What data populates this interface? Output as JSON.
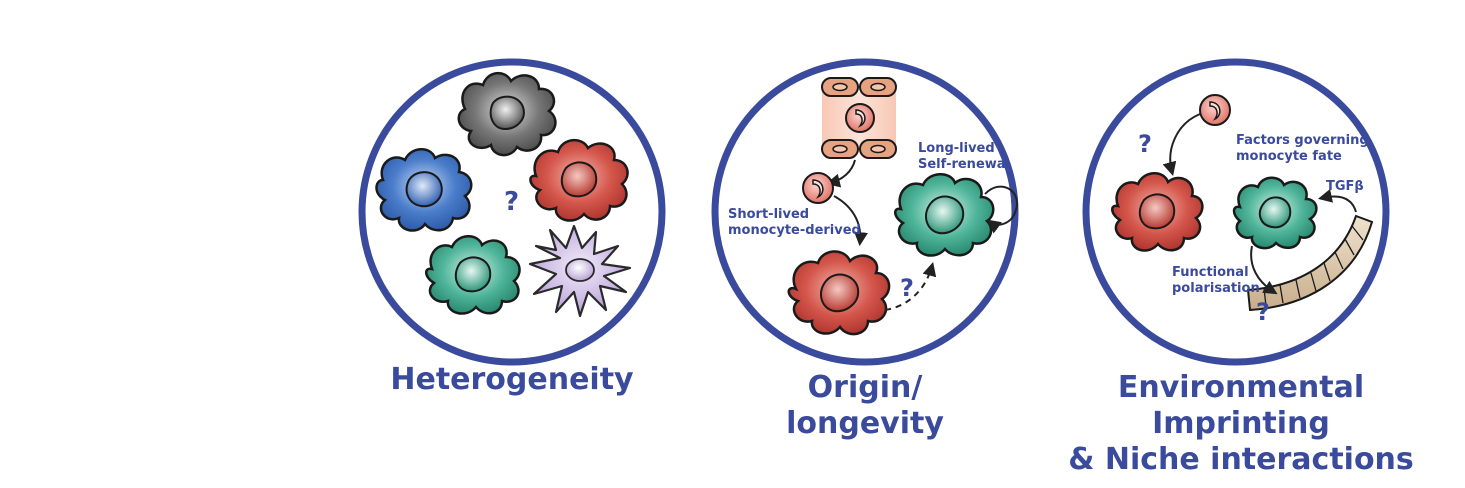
{
  "colors": {
    "accent": "#3a4a9c",
    "cell_red": "#c8463d",
    "cell_green": "#3fa88d",
    "cell_blue": "#3f6fc0",
    "cell_grey": "#6a6a6a",
    "cell_purple": "#c8b6e0",
    "endothelium": "#e9a888",
    "epithelium": "#d8c4a8"
  },
  "panels": [
    {
      "title_lines": [
        "Heterogeneity"
      ],
      "question": "?"
    },
    {
      "title_lines": [
        "Origin/",
        "longevity"
      ],
      "labels": {
        "long_lived_1": "Long-lived",
        "long_lived_2": "Self-renewal",
        "short_lived_1": "Short-lived",
        "short_lived_2": "monocyte-derived"
      },
      "question": "?"
    },
    {
      "title_lines": [
        "Environmental Imprinting",
        "& Niche interactions"
      ],
      "labels": {
        "factors_1": "Factors governing",
        "factors_2": "monocyte fate",
        "tgf": "TGFβ",
        "functional_1": "Functional",
        "functional_2": "polarisation"
      },
      "question_top": "?",
      "question_bottom": "?"
    }
  ]
}
